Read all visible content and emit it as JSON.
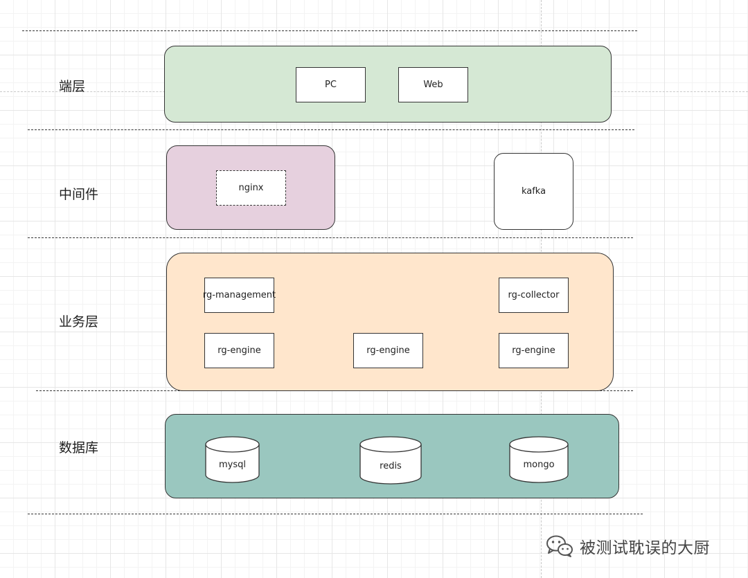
{
  "layers": {
    "client": {
      "label": "端层",
      "items": [
        "PC",
        "Web"
      ],
      "fill": "#d5e8d4"
    },
    "middleware": {
      "label": "中间件",
      "nginx": "nginx",
      "kafka": "kafka",
      "fill": "#e6d0de"
    },
    "business": {
      "label": "业务层",
      "management": "rg-management",
      "collector": "rg-collector",
      "engines": [
        "rg-engine",
        "rg-engine",
        "rg-engine"
      ],
      "fill": "#ffe6cc"
    },
    "database": {
      "label": "数据库",
      "items": [
        "mysql",
        "redis",
        "mongo"
      ],
      "fill": "#9ac7bf"
    }
  },
  "watermark": {
    "text": "被测试耽误的大厨",
    "icon": "wechat-icon"
  }
}
